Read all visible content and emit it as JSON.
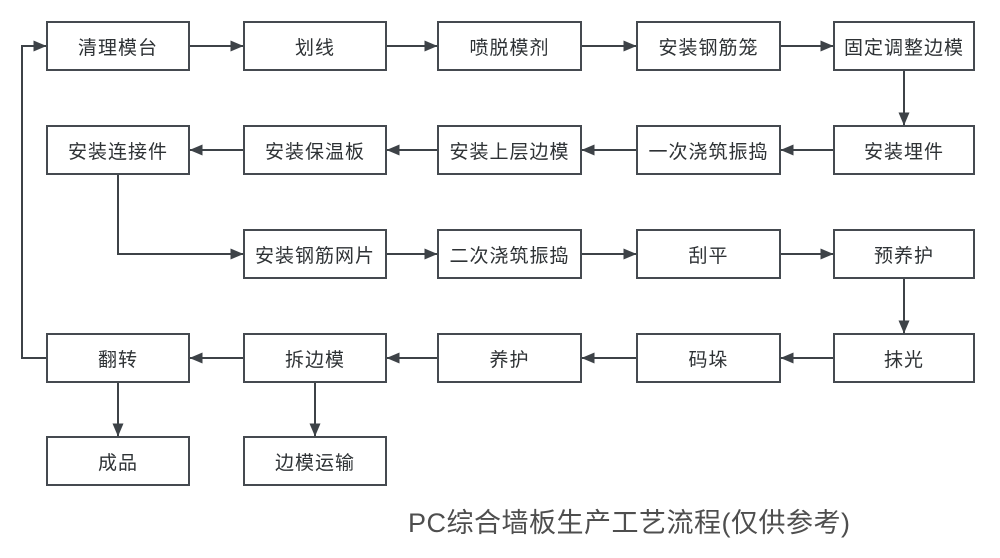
{
  "diagram": {
    "caption": "PC综合墙板生产工艺流程(仅供参考)",
    "colors": {
      "background": "#ffffff",
      "box_border": "#454a50",
      "box_fill": "#ffffff",
      "line": "#3d4247",
      "text": "#2e3235",
      "caption": "#4e4e4e"
    },
    "nodes": [
      {
        "id": "qingli-motai",
        "label": "清理模台"
      },
      {
        "id": "huaxian",
        "label": "划线"
      },
      {
        "id": "pen-tuomoji",
        "label": "喷脱模剂"
      },
      {
        "id": "anzhuang-gangjinlong",
        "label": "安装钢筋笼"
      },
      {
        "id": "guding-tiaozheng-bianmo",
        "label": "固定调整边模"
      },
      {
        "id": "anzhuang-lianjiejian",
        "label": "安装连接件"
      },
      {
        "id": "anzhuang-baowenban",
        "label": "安装保温板"
      },
      {
        "id": "anzhuang-shangceng-bianmo",
        "label": "安装上层边模"
      },
      {
        "id": "yici-jiaozhu-zhendao",
        "label": "一次浇筑振捣"
      },
      {
        "id": "anzhuang-maijian",
        "label": "安装埋件"
      },
      {
        "id": "anzhuang-gangjin-wangpian",
        "label": "安装钢筋网片"
      },
      {
        "id": "erci-jiaozhu-zhendao",
        "label": "二次浇筑振捣"
      },
      {
        "id": "guaping",
        "label": "刮平"
      },
      {
        "id": "yu-yanghu",
        "label": "预养护"
      },
      {
        "id": "fanzhuan",
        "label": "翻转"
      },
      {
        "id": "chai-bianmo",
        "label": "拆边模"
      },
      {
        "id": "yanghu",
        "label": "养护"
      },
      {
        "id": "maduo",
        "label": "码垛"
      },
      {
        "id": "moguang",
        "label": "抹光"
      },
      {
        "id": "chengpin",
        "label": "成品"
      },
      {
        "id": "bianmo-yunshu",
        "label": "边模运输"
      }
    ],
    "edges": [
      {
        "from": "qingli-motai",
        "to": "huaxian"
      },
      {
        "from": "huaxian",
        "to": "pen-tuomoji"
      },
      {
        "from": "pen-tuomoji",
        "to": "anzhuang-gangjinlong"
      },
      {
        "from": "anzhuang-gangjinlong",
        "to": "guding-tiaozheng-bianmo"
      },
      {
        "from": "guding-tiaozheng-bianmo",
        "to": "anzhuang-maijian"
      },
      {
        "from": "anzhuang-maijian",
        "to": "yici-jiaozhu-zhendao"
      },
      {
        "from": "yici-jiaozhu-zhendao",
        "to": "anzhuang-shangceng-bianmo"
      },
      {
        "from": "anzhuang-shangceng-bianmo",
        "to": "anzhuang-baowenban"
      },
      {
        "from": "anzhuang-baowenban",
        "to": "anzhuang-lianjiejian"
      },
      {
        "from": "anzhuang-lianjiejian",
        "to": "anzhuang-gangjin-wangpian"
      },
      {
        "from": "anzhuang-gangjin-wangpian",
        "to": "erci-jiaozhu-zhendao"
      },
      {
        "from": "erci-jiaozhu-zhendao",
        "to": "guaping"
      },
      {
        "from": "guaping",
        "to": "yu-yanghu"
      },
      {
        "from": "yu-yanghu",
        "to": "moguang"
      },
      {
        "from": "moguang",
        "to": "maduo"
      },
      {
        "from": "maduo",
        "to": "yanghu"
      },
      {
        "from": "yanghu",
        "to": "chai-bianmo"
      },
      {
        "from": "chai-bianmo",
        "to": "fanzhuan"
      },
      {
        "from": "fanzhuan",
        "to": "qingli-motai"
      },
      {
        "from": "fanzhuan",
        "to": "chengpin"
      },
      {
        "from": "chai-bianmo",
        "to": "bianmo-yunshu"
      }
    ]
  }
}
